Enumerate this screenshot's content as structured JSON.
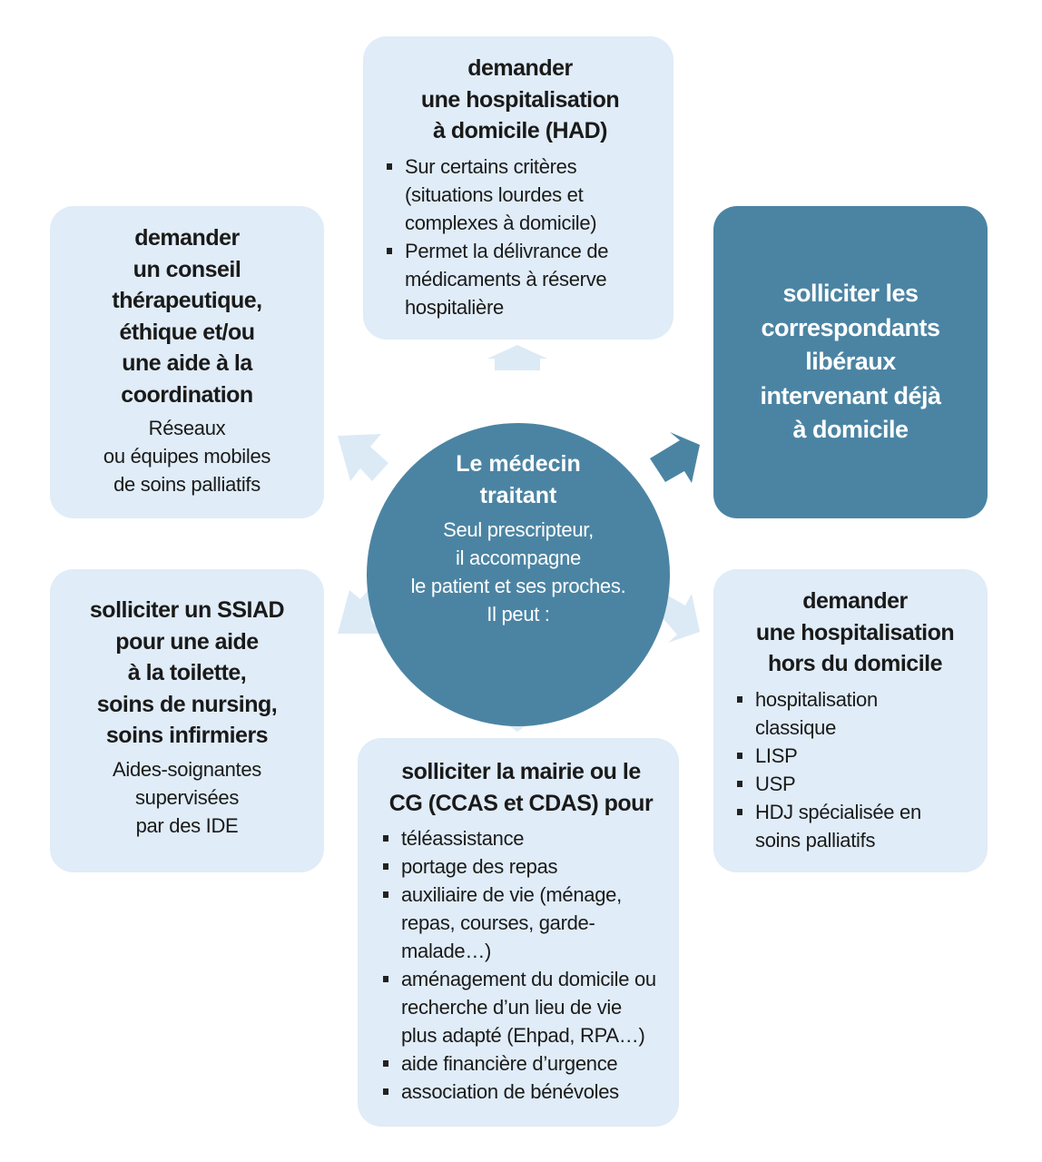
{
  "colors": {
    "box_light": "#e0ecf7",
    "box_dark": "#4b84a3",
    "arrow_light": "#dceaf6",
    "arrow_dark": "#4b84a3",
    "text_dark": "#1a1a1a",
    "text_light": "#ffffff"
  },
  "center": {
    "title": "Le médecin\ntraitant",
    "subtitle": "Seul prescripteur,\nil accompagne\nle patient et ses proches.\nIl peut :"
  },
  "top_box": {
    "title": "demander\nune hospitalisation\nà domicile (HAD)",
    "bullets": [
      "Sur certains critères (situations lourdes et complexes à domicile)",
      "Permet la délivrance de médicaments à réserve hospitalière"
    ]
  },
  "top_left_box": {
    "title": "demander\nun conseil\nthérapeutique,\néthique et/ou\nune aide à la\ncoordination",
    "subtitle": "Réseaux\nou équipes mobiles\nde soins palliatifs"
  },
  "top_right_box": {
    "title": "solliciter les\ncorrespondants\nlibéraux\nintervenant déjà\nà domicile"
  },
  "bottom_left_box": {
    "title": "solliciter un SSIAD\npour une aide\nà la toilette,\nsoins de nursing,\nsoins infirmiers",
    "subtitle": "Aides-soignantes\nsupervisées\npar des IDE"
  },
  "bottom_right_box": {
    "title": "demander\nune hospitalisation\nhors du domicile",
    "bullets": [
      "hospitalisation classique",
      "LISP",
      "USP",
      "HDJ spécialisée en soins palliatifs"
    ]
  },
  "bottom_box": {
    "title": "solliciter la mairie ou le\nCG (CCAS et CDAS) pour",
    "bullets": [
      "téléassistance",
      "portage des repas",
      "auxiliaire de vie (ménage, repas, courses, garde-malade…)",
      "aménagement du domicile ou recherche d’un lieu de vie plus adapté (Ehpad, RPA…)",
      "aide financière d’urgence",
      "association de bénévoles"
    ]
  }
}
